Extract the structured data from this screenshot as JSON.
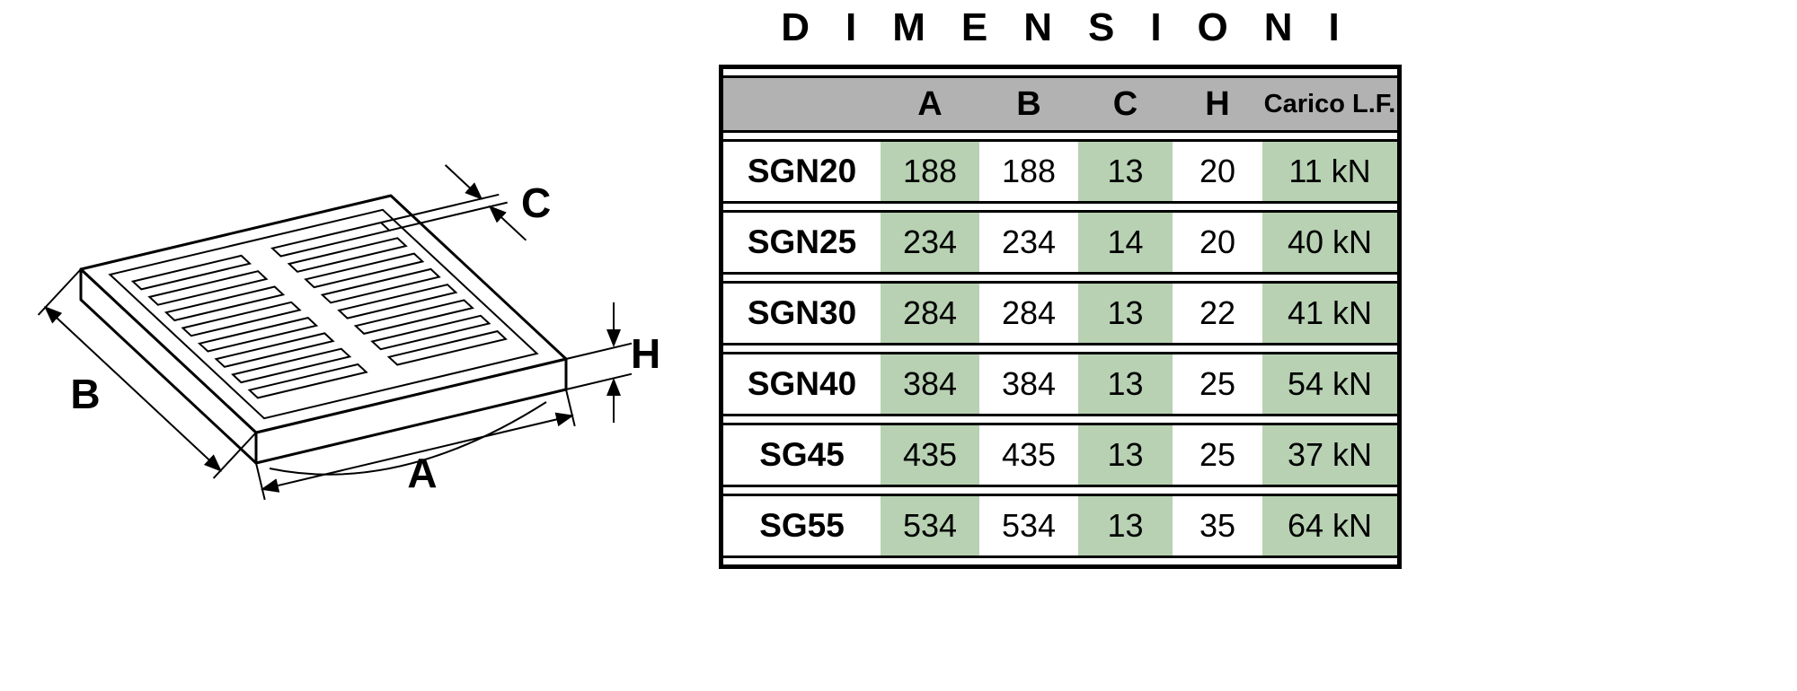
{
  "title": "DIMENSIONI",
  "diagram": {
    "labels": {
      "a": "A",
      "b": "B",
      "c": "C",
      "h": "H"
    }
  },
  "table": {
    "columns": [
      "",
      "A",
      "B",
      "C",
      "H",
      "Carico L.F."
    ],
    "rows": [
      [
        "SGN20",
        "188",
        "188",
        "13",
        "20",
        "11 kN"
      ],
      [
        "SGN25",
        "234",
        "234",
        "14",
        "20",
        "40 kN"
      ],
      [
        "SGN30",
        "284",
        "284",
        "13",
        "22",
        "41 kN"
      ],
      [
        "SGN40",
        "384",
        "384",
        "13",
        "25",
        "54 kN"
      ],
      [
        "SG45",
        "435",
        "435",
        "13",
        "25",
        "37 kN"
      ],
      [
        "SG55",
        "534",
        "534",
        "13",
        "35",
        "64 kN"
      ]
    ]
  },
  "colors": {
    "header_bg": "#b2b2b2",
    "stripe_green": "#b7d1b2",
    "line": "#000000"
  }
}
